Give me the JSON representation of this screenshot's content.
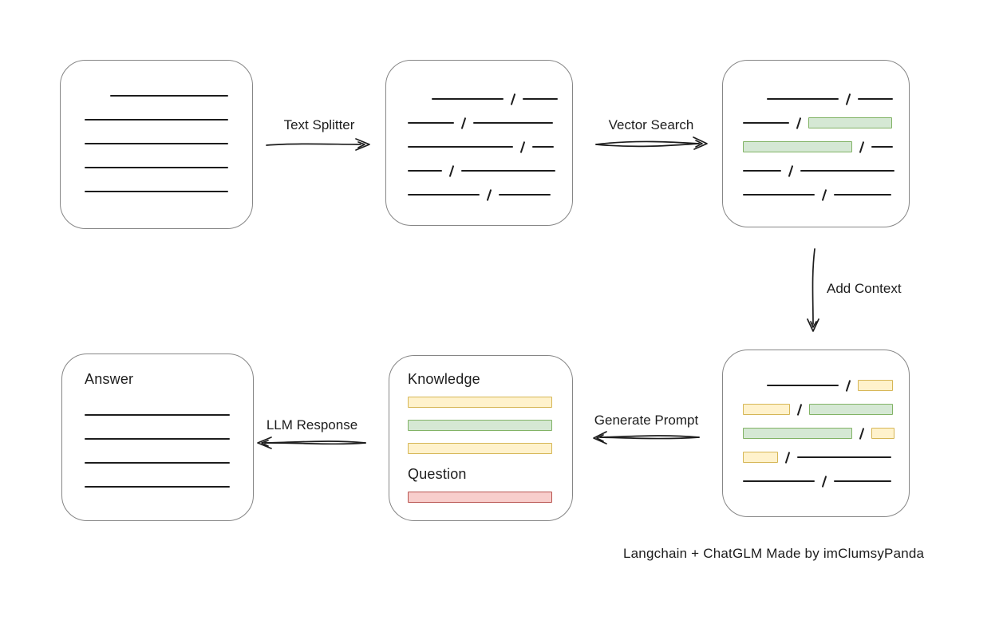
{
  "caption": "Langchain + ChatGLM Made by imClumsyPanda",
  "colors": {
    "line": "#1d1d1d",
    "box_border": "#868686",
    "green_fill": "#d5e8d4",
    "green_stroke": "#82b366",
    "yellow_fill": "#fff2cc",
    "yellow_stroke": "#d6b656",
    "red_fill": "#f8cecc",
    "red_stroke": "#b85450"
  },
  "arrows": {
    "text_splitter": {
      "label": "Text Splitter"
    },
    "vector_search": {
      "label": "Vector Search"
    },
    "add_context": {
      "label": "Add Context"
    },
    "generate_prompt": {
      "label": "Generate Prompt"
    },
    "llm_response": {
      "label": "LLM Response"
    }
  },
  "nodes": {
    "source_document": {
      "rows": [
        {
          "indent": 32,
          "segs": [
            {
              "t": "line",
              "w": 148
            }
          ]
        },
        {
          "segs": [
            {
              "t": "line",
              "w": 180
            }
          ]
        },
        {
          "segs": [
            {
              "t": "line",
              "w": 180
            }
          ]
        },
        {
          "segs": [
            {
              "t": "line",
              "w": 180
            }
          ]
        },
        {
          "segs": [
            {
              "t": "line",
              "w": 180
            }
          ]
        }
      ]
    },
    "split_chunks": {
      "rows": [
        {
          "indent": 30,
          "segs": [
            {
              "t": "line",
              "w": 90
            },
            {
              "t": "slash"
            },
            {
              "t": "line",
              "w": 44
            }
          ]
        },
        {
          "segs": [
            {
              "t": "line",
              "w": 58
            },
            {
              "t": "slash"
            },
            {
              "t": "line",
              "w": 100
            }
          ]
        },
        {
          "segs": [
            {
              "t": "line",
              "w": 132
            },
            {
              "t": "slash"
            },
            {
              "t": "line",
              "w": 27
            }
          ]
        },
        {
          "segs": [
            {
              "t": "line",
              "w": 43
            },
            {
              "t": "slash"
            },
            {
              "t": "line",
              "w": 118
            }
          ]
        },
        {
          "segs": [
            {
              "t": "line",
              "w": 90
            },
            {
              "t": "slash"
            },
            {
              "t": "line",
              "w": 65
            }
          ]
        }
      ]
    },
    "vector_matches": {
      "rows": [
        {
          "indent": 30,
          "segs": [
            {
              "t": "line",
              "w": 90
            },
            {
              "t": "slash"
            },
            {
              "t": "line",
              "w": 44
            }
          ]
        },
        {
          "segs": [
            {
              "t": "line",
              "w": 58
            },
            {
              "t": "slash"
            },
            {
              "t": "green",
              "w": 103
            }
          ]
        },
        {
          "segs": [
            {
              "t": "green",
              "w": 135
            },
            {
              "t": "slash"
            },
            {
              "t": "line",
              "w": 27
            }
          ]
        },
        {
          "segs": [
            {
              "t": "line",
              "w": 48
            },
            {
              "t": "slash"
            },
            {
              "t": "line",
              "w": 118
            }
          ]
        },
        {
          "segs": [
            {
              "t": "line",
              "w": 90
            },
            {
              "t": "slash"
            },
            {
              "t": "line",
              "w": 72
            }
          ]
        }
      ]
    },
    "context_chunks": {
      "rows": [
        {
          "indent": 30,
          "segs": [
            {
              "t": "line",
              "w": 90
            },
            {
              "t": "slash"
            },
            {
              "t": "yellow",
              "w": 42
            }
          ]
        },
        {
          "segs": [
            {
              "t": "yellow",
              "w": 57
            },
            {
              "t": "slash"
            },
            {
              "t": "green",
              "w": 103
            }
          ]
        },
        {
          "segs": [
            {
              "t": "green",
              "w": 135
            },
            {
              "t": "slash"
            },
            {
              "t": "yellow",
              "w": 27
            }
          ]
        },
        {
          "segs": [
            {
              "t": "yellow",
              "w": 42
            },
            {
              "t": "slash"
            },
            {
              "t": "line",
              "w": 118
            }
          ]
        },
        {
          "segs": [
            {
              "t": "line",
              "w": 90
            },
            {
              "t": "slash"
            },
            {
              "t": "line",
              "w": 72
            }
          ]
        }
      ]
    },
    "prompt": {
      "knowledge_label": "Knowledge",
      "question_label": "Question",
      "knowledge_bars": [
        {
          "segs": [
            {
              "t": "yellow",
              "w": 179
            }
          ]
        },
        {
          "segs": [
            {
              "t": "green",
              "w": 179
            }
          ]
        },
        {
          "segs": [
            {
              "t": "yellow",
              "w": 179
            }
          ]
        }
      ],
      "question_bars": [
        {
          "segs": [
            {
              "t": "red",
              "w": 179
            }
          ]
        }
      ]
    },
    "answer": {
      "label": "Answer",
      "rows": [
        {
          "segs": [
            {
              "t": "line",
              "w": 182
            }
          ]
        },
        {
          "segs": [
            {
              "t": "line",
              "w": 182
            }
          ]
        },
        {
          "segs": [
            {
              "t": "line",
              "w": 182
            }
          ]
        },
        {
          "segs": [
            {
              "t": "line",
              "w": 182
            }
          ]
        }
      ]
    }
  }
}
